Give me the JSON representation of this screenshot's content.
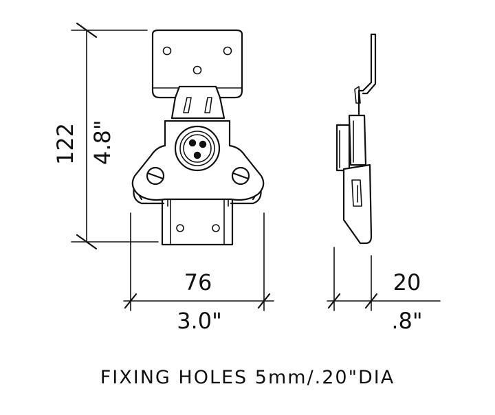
{
  "dimensions": {
    "height_mm": "122",
    "height_in": "4.8\"",
    "width_mm": "76",
    "width_in": "3.0\"",
    "depth_mm": "20",
    "depth_in": ".8\""
  },
  "caption": "FIXING HOLES 5mm/.20\"DIA"
}
